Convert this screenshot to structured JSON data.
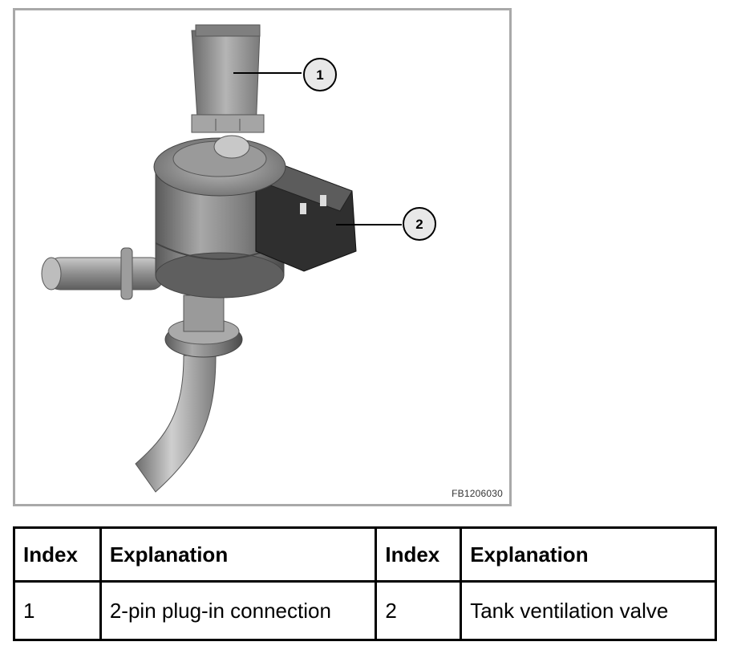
{
  "figure": {
    "code": "FB1206030",
    "callouts": [
      {
        "number": "1"
      },
      {
        "number": "2"
      }
    ]
  },
  "legend": {
    "headers": [
      "Index",
      "Explanation",
      "Index",
      "Explanation"
    ],
    "rows": [
      [
        "1",
        "2-pin plug-in connection",
        "2",
        "Tank ventilation valve"
      ]
    ]
  }
}
